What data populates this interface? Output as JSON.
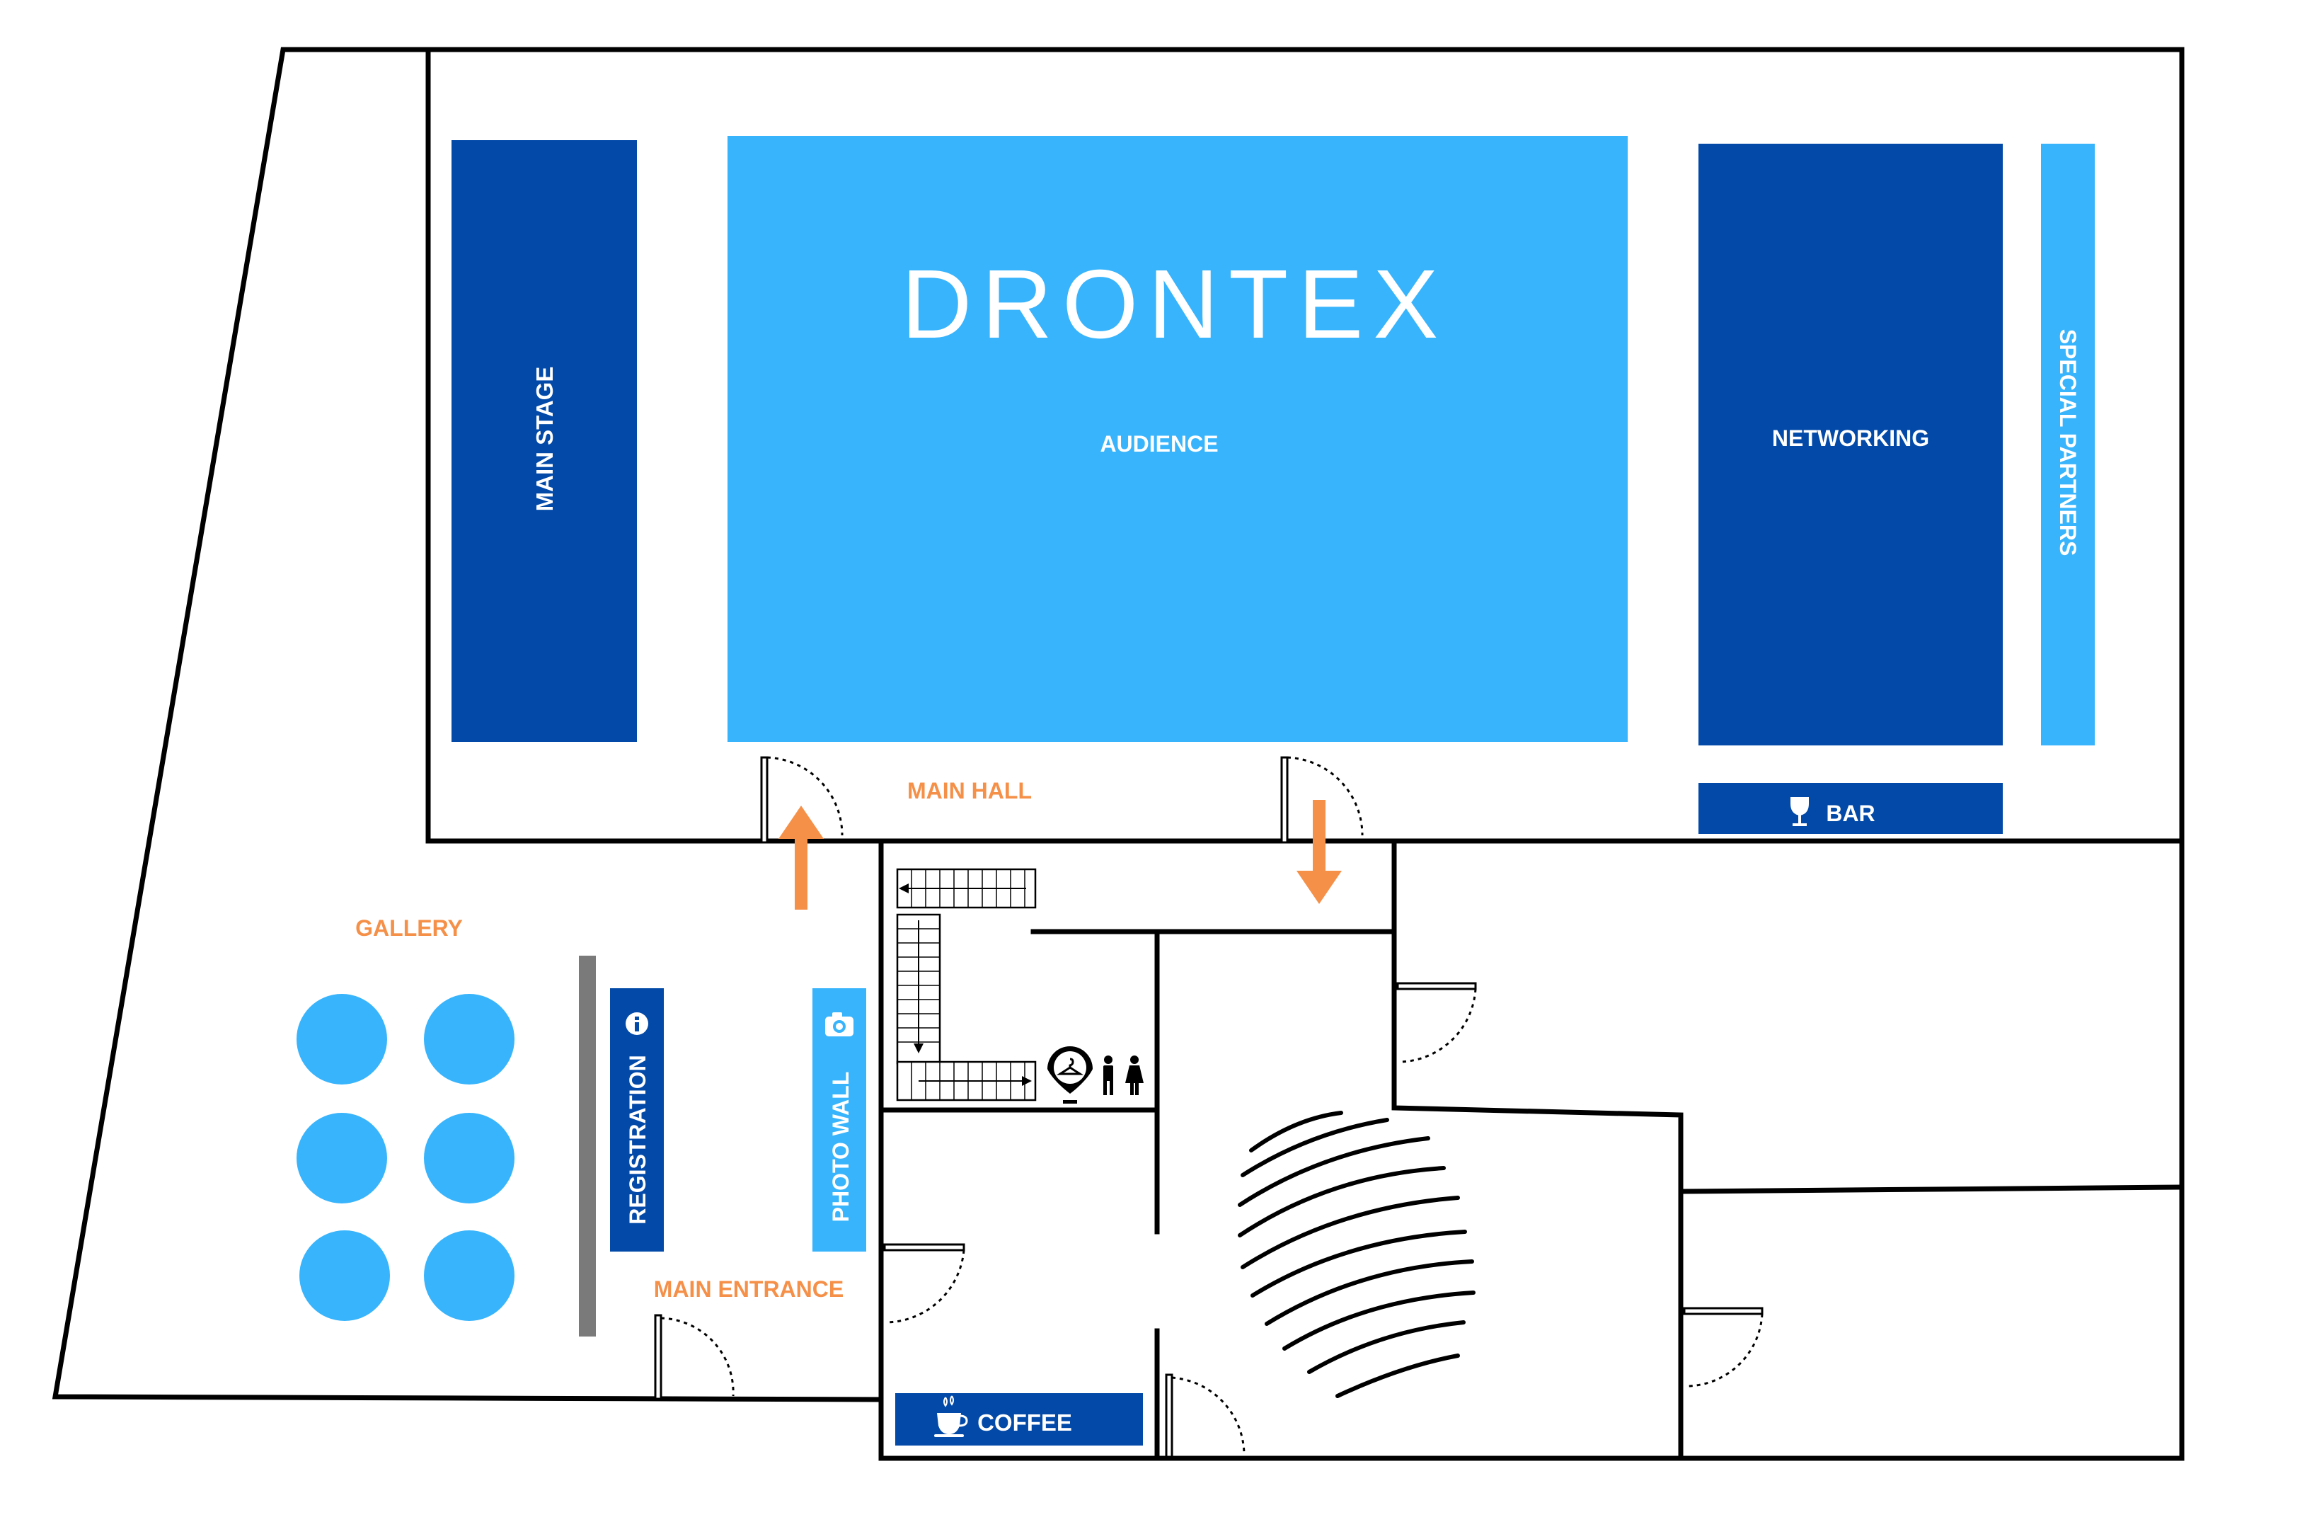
{
  "venue": {
    "logo_text": "DRONTEX",
    "zones": {
      "main_stage": "MAIN STAGE",
      "audience": "AUDIENCE",
      "networking": "NETWORKING",
      "special_partners": "SPECIAL PARTNERS",
      "bar": "BAR",
      "main_hall": "MAIN HALL",
      "gallery": "GALLERY",
      "registration": "REGISTRATION",
      "photo_wall": "PHOTO WALL",
      "main_entrance": "MAIN ENTRANCE",
      "coffee": "COFFEE"
    },
    "icons": {
      "bar": "wine-glass-icon",
      "registration": "info-icon",
      "photo_wall": "camera-icon",
      "wardrobe": "coat-hanger-icon",
      "restrooms": "restroom-icon",
      "coffee": "coffee-cup-icon"
    }
  },
  "colors": {
    "dark_blue": "#0249A8",
    "light_blue": "#38B4FC",
    "accent_orange": "#F59049",
    "wall": "#000000",
    "divider_gray": "#7A7A7A",
    "label_white": "#FFFFFF"
  }
}
